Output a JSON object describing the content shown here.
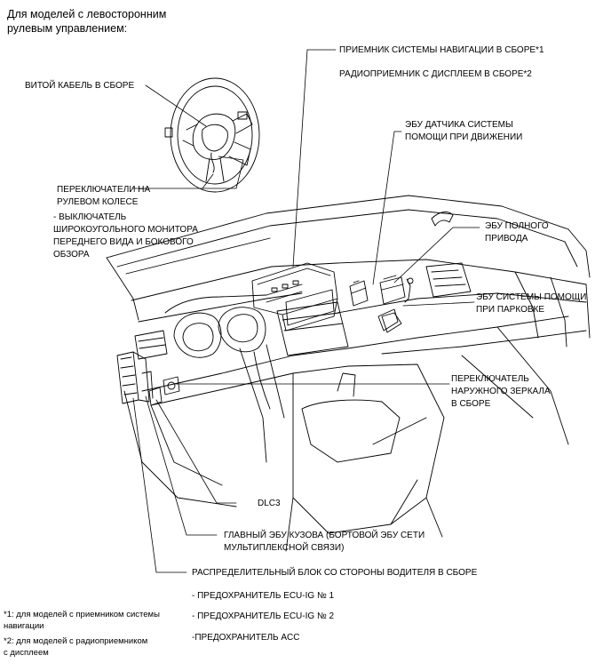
{
  "header": {
    "line1": "Для моделей с левосторонним",
    "line2": "рулевым управлением:"
  },
  "labels": {
    "nav_receiver": "ПРИЕМНИК СИСТЕМЫ НАВИГАЦИИ В СБОРЕ*1",
    "radio_receiver": "РАДИОПРИЕМНИК С ДИСПЛЕЕМ В СБОРЕ*2",
    "spiral_cable": "ВИТОЙ КАБЕЛЬ В СБОРЕ",
    "driving_support_line1": "ЭБУ ДАТЧИКА СИСТЕМЫ",
    "driving_support_line2": "ПОМОЩИ ПРИ ДВИЖЕНИИ",
    "steering_switches_line1": "ПЕРЕКЛЮЧАТЕЛИ НА",
    "steering_switches_line2": "РУЛЕВОМ КОЛЕСЕ",
    "wide_view_line1": "- ВЫКЛЮЧАТЕЛЬ",
    "wide_view_line2": "ШИРОКОУГОЛЬНОГО МОНИТОРА",
    "wide_view_line3": "ПЕРЕДНЕГО ВИДА И БОКОВОГО",
    "wide_view_line4": "ОБЗОРА",
    "awd_line1": "ЭБУ ПОЛНОГО",
    "awd_line2": "ПРИВОДА",
    "parking_line1": "ЭБУ СИСТЕМЫ ПОМОЩИ",
    "parking_line2": "ПРИ ПАРКОВКЕ",
    "mirror_line1": "ПЕРЕКЛЮЧАТЕЛЬ",
    "mirror_line2": "НАРУЖНОГО ЗЕРКАЛА",
    "mirror_line3": "В СБОРЕ",
    "dlc3": "DLC3",
    "body_ecu_line1": "ГЛАВНЫЙ ЭБУ КУЗОВА (БОРТОВОЙ ЭБУ СЕТИ",
    "body_ecu_line2": "МУЛЬТИПЛЕКСНОЙ СВЯЗИ)",
    "junction_block": "РАСПРЕДЕЛИТЕЛЬНЫЙ БЛОК СО СТОРОНЫ ВОДИТЕЛЯ В СБОРЕ",
    "fuse_ecu_ig1": "- ПРЕДОХРАНИТЕЛЬ ECU-IG № 1",
    "fuse_ecu_ig2": "- ПРЕДОХРАНИТЕЛЬ ECU-IG № 2",
    "fuse_acc": "-ПРЕДОХРАНИТЕЛЬ ACC"
  },
  "footnotes": {
    "fn1_line1": "*1: для моделей с приемником системы",
    "fn1_line2": "навигации",
    "fn2_line1": "*2: для моделей с радиоприемником",
    "fn2_line2": "с дисплеем"
  }
}
